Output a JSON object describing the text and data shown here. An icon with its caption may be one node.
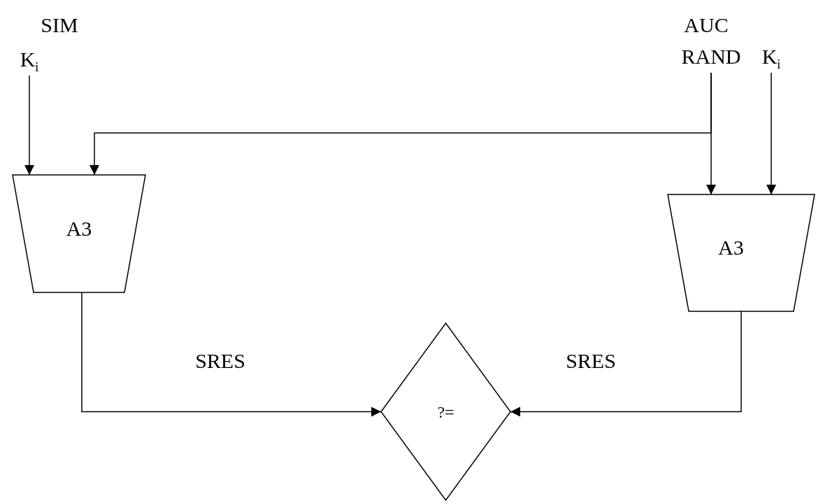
{
  "diagram": {
    "nodes": [
      {
        "text": [
          "K$_{i}$"
        ]
      },
      {
        "text": [
          "RAND"
        ]
      },
      {
        "text": [
          "K$_{i}$"
        ]
      },
      {
        "text": [
          "A3"
        ]
      },
      {
        "text": [
          "A3"
        ]
      },
      {
        "text": [
          "?="
        ]
      }
    ],
    "edges": [
      {
        "from": 0,
        "to": 3,
        "arrow": "to"
      },
      {
        "from": 1,
        "to": 3,
        "arrow": "to"
      },
      {
        "from": 1,
        "to": 4,
        "arrow": "to"
      },
      {
        "from": 2,
        "to": 4,
        "arrow": "to"
      },
      {
        "from": 3,
        "to": 5,
        "arrow": "to",
        "label": "SRES"
      },
      {
        "from": 4,
        "to": 5,
        "arrow": "to",
        "label": "SRES"
      }
    ],
    "labels": [
      "SIM",
      "AUC"
    ]
  }
}
